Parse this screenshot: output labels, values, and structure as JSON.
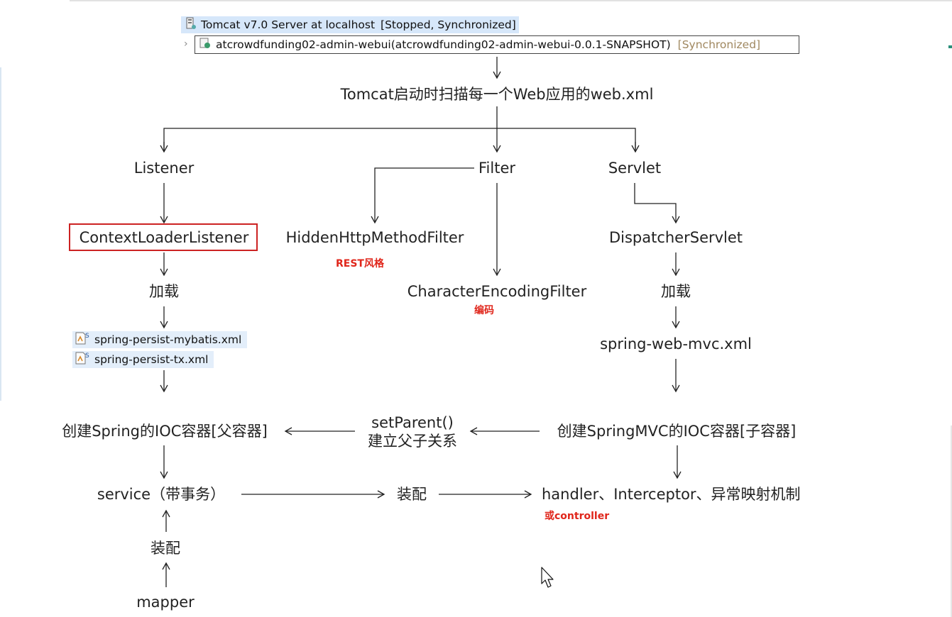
{
  "server": {
    "title": "Tomcat v7.0 Server at localhost",
    "status": "[Stopped, Synchronized]",
    "app_name": "atcrowdfunding02-admin-webui(atcrowdfunding02-admin-webui-0.0.1-SNAPSHOT)",
    "app_status": "[Synchronized]"
  },
  "nodes": {
    "scan": "Tomcat启动时扫描每一个Web应用的web.xml",
    "listener": "Listener",
    "filter": "Filter",
    "servlet": "Servlet",
    "context_loader": "ContextLoaderListener",
    "hidden_filter": "HiddenHttpMethodFilter",
    "encoding_filter": "CharacterEncodingFilter",
    "dispatcher": "DispatcherServlet",
    "load_left": "加载",
    "load_right": "加载",
    "spring_web_mvc": "spring-web-mvc.xml",
    "parent_ioc": "创建Spring的IOC容器[父容器]",
    "set_parent": "setParent()",
    "set_parent_sub": "建立父子关系",
    "child_ioc": "创建SpringMVC的IOC容器[子容器]",
    "service": "service（带事务）",
    "assemble_mid": "装配",
    "handler": "handler、Interceptor、异常映射机制",
    "assemble_low": "装配",
    "mapper": "mapper"
  },
  "files": [
    "spring-persist-mybatis.xml",
    "spring-persist-tx.xml"
  ],
  "notes": {
    "rest": "REST风格",
    "encoding": "编码",
    "controller": "或controller"
  },
  "colors": {
    "note": "#e0261b",
    "highlight_box": "#cc2222",
    "selection": "#d6e7fa"
  },
  "icons": [
    "server-icon",
    "web-module-icon",
    "spring-xml-icon",
    "mouse-cursor-icon"
  ]
}
